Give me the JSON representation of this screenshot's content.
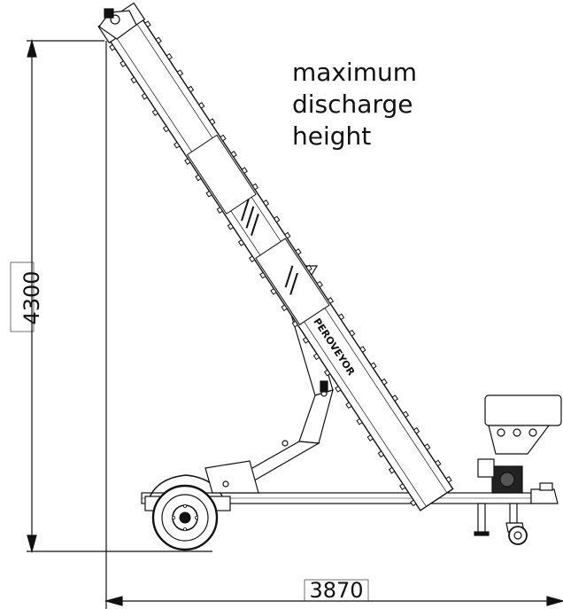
{
  "annotation": {
    "lines": [
      "maximum",
      "discharge",
      "height"
    ]
  },
  "dimensions": {
    "height_label": "4300",
    "length_label": "3870"
  },
  "machine_brand": "PEROVEYOR"
}
